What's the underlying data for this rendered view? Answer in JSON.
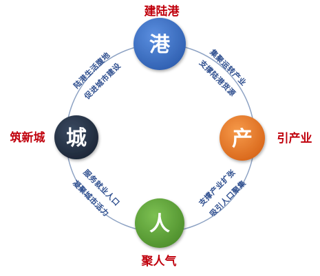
{
  "colors": {
    "ring": "#8ea3c4",
    "label_red": "#c0000c",
    "edge_text": "#2f4f8f",
    "port_node": "#3e74c9",
    "industry_node": "#ef7d22",
    "people_node": "#62a83b",
    "city_node": "#263448"
  },
  "nodes": {
    "port": {
      "char": "港",
      "label": "建陆港"
    },
    "industry": {
      "char": "产",
      "label": "引产业"
    },
    "people": {
      "char": "人",
      "label": "聚人气"
    },
    "city": {
      "char": "城",
      "label": "筑新城"
    }
  },
  "edges": {
    "port_industry": [
      "集聚运转产业",
      "支撑陆港货源"
    ],
    "industry_people": [
      "支撑产业扩张",
      "吸引人口聚集"
    ],
    "people_city": [
      "服务就业人口",
      "凝聚城市活力"
    ],
    "city_port": [
      "陆港生活腹地",
      "促进城市建设"
    ]
  }
}
